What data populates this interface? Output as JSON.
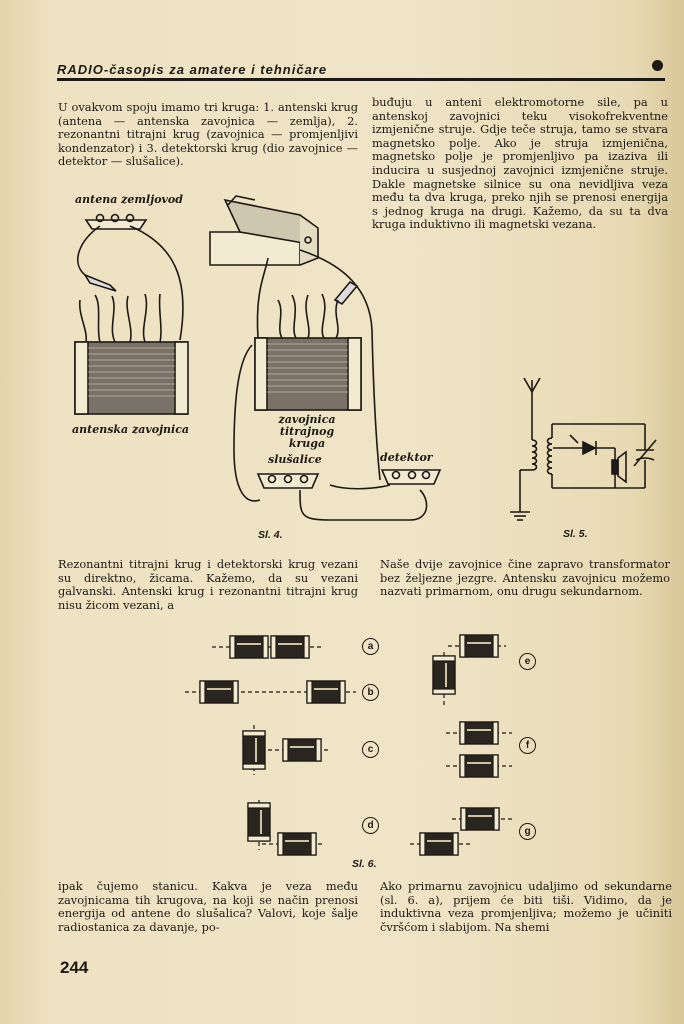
{
  "header": {
    "title": "RADIO-časopis za amatere i tehničare"
  },
  "text": {
    "col1_top": "U ovakvom spoju imamo tri kruga: 1. antenski krug (antena — antenska zavojnica — zemlja), 2. rezonantni titrajni krug (zavojnica — promjenljivi kondenzator) i 3. detektorski krug (dio zavojnice — detektor — slušalice).",
    "col2_top": "buđuju u anteni elektromotorne sile, pa u antenskoj zavojnici teku visokofrekventne izmjenične struje. Gdje teče struja, tamo se stvara magnetsko polje. Ako je struja izmjenična, magnetsko polje je promjenljivo pa izaziva ili inducira u susjednoj zavojnici izmjenične struje. Dakle magnetske silnice su ona nevidljiva veza među ta dva kruga, preko njih se prenosi energija s jednog kruga na drugi. Kažemo, da su ta dva kruga induktivno ili magnetski vezana.",
    "col1_mid": "Rezonantni titrajni krug i detektorski krug vezani su direktno, žicama. Kažemo, da su vezani galvanski. Antenski krug i rezonantni titrajni krug nisu žicom vezani, a",
    "col2_mid": "Naše dvije zavojnice čine zapravo transformator bez željezne jezgre. Antensku zavojnicu možemo nazvati primarnom, onu drugu sekundarnom.",
    "col1_bottom": "ipak čujemo stanicu. Kakva je veza među zavojnicama tih krugova, na koji se način prenosi energija od antene do slušalica? Valovi, koje šalje radiostanica za davanje, po-",
    "col2_bottom": "Ako primarnu zavojnicu udaljimo od sekundarne (sl. 6. a), prijem će biti tiši. Vidimo, da je induktivna veza promjenljiva; možemo je učiniti čvršćom i slabijom. Na shemi"
  },
  "fig4": {
    "label_antena": "antena zemljovod",
    "label_antenska": "antenska zavojnica",
    "label_zavojnica": "zavojnica titrajnog kruga",
    "label_slusalice": "slušalice",
    "label_detektor": "detektor",
    "caption": "Sl. 4."
  },
  "fig5": {
    "caption": "Sl. 5."
  },
  "fig6": {
    "caption": "Sl. 6.",
    "labels": [
      "a",
      "b",
      "c",
      "d",
      "e",
      "f",
      "g"
    ]
  },
  "page_number": "244"
}
